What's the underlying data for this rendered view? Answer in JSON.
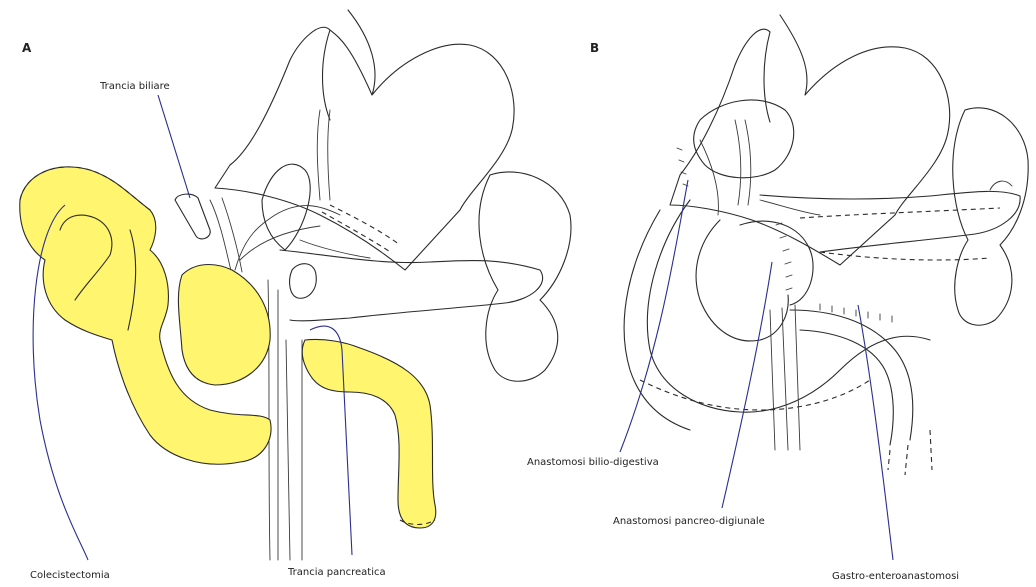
{
  "panels": {
    "a": {
      "letter": "A"
    },
    "b": {
      "letter": "B"
    }
  },
  "labels": {
    "trancia_biliare": "Trancia biliare",
    "colecistectomia": "Colecistectomia",
    "trancia_pancreatica": "Trancia pancreatica",
    "anastomosi_bilio_digestiva": "Anastomosi bilio-digestiva",
    "anastomosi_pancreo_digiunale": "Anastomosi pancreo-digiunale",
    "gastro_enteroanastomosi": "Gastro-enteroanastomosi"
  },
  "colors": {
    "highlight": "#fff56e",
    "outline": "#2b2b2b",
    "leader": "#2a2f8f"
  }
}
